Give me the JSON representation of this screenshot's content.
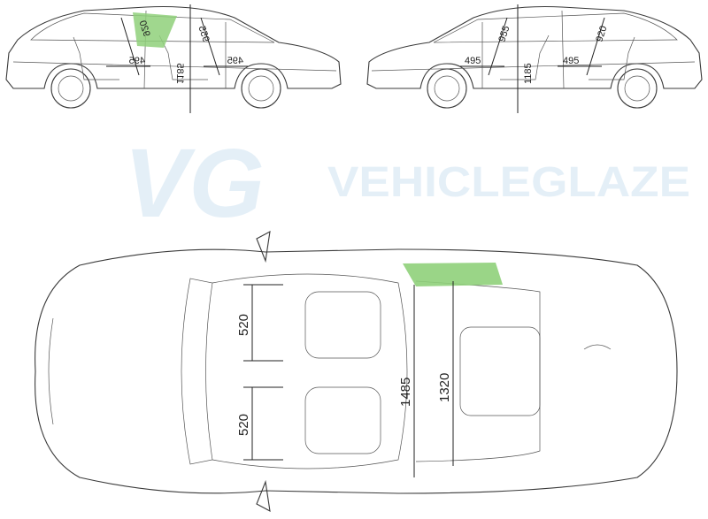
{
  "watermark": {
    "logo": "VG",
    "text": "VEHICLEGLAZE"
  },
  "colors": {
    "highlight_glass": "#8fd07a",
    "watermark": "#cfe3f2",
    "line": "#3a3a3a"
  },
  "side_view_left": {
    "window_height": "920",
    "front_diag": "955",
    "rear_seat_depth": "495",
    "height": "1185",
    "front_seat_depth": "495"
  },
  "side_view_right": {
    "front_diag": "955",
    "rear_diag": "920",
    "front_seat_depth": "495",
    "height": "1185",
    "rear_seat_depth": "495"
  },
  "top_view": {
    "seat_width_upper": "520",
    "seat_width_lower": "520",
    "shoulder_width": "1485",
    "hip_width": "1320"
  }
}
